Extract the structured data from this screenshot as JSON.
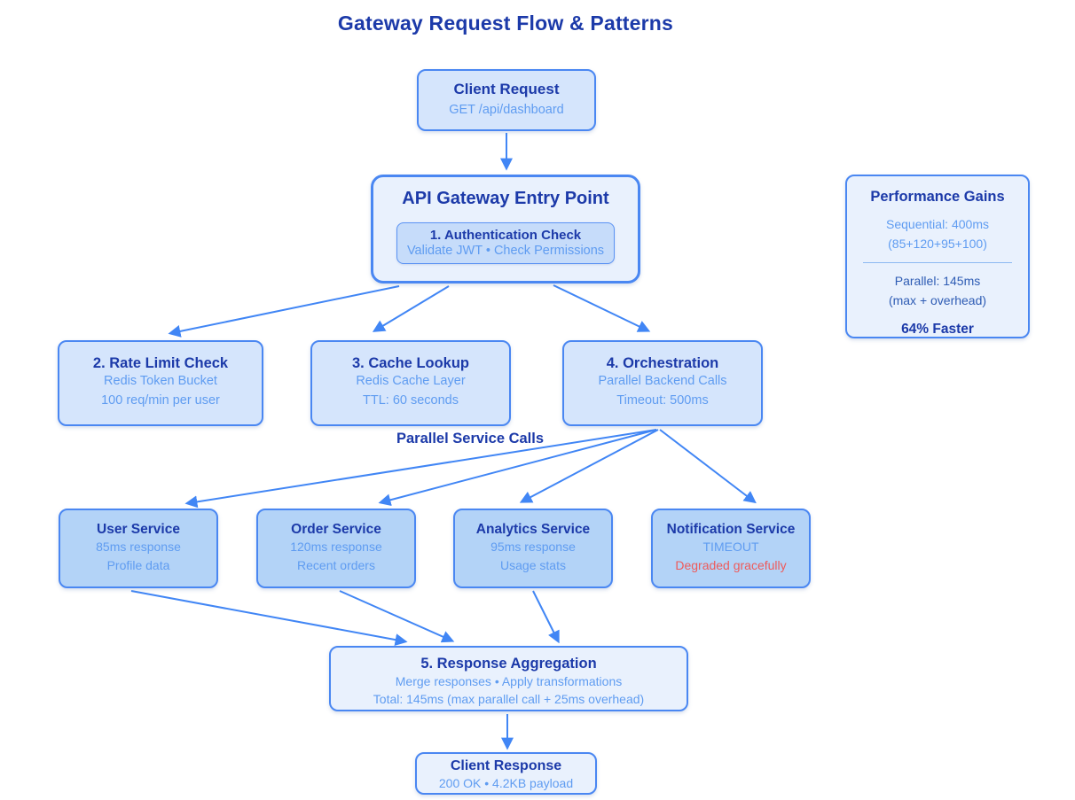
{
  "title": "Gateway Request Flow & Patterns",
  "colors": {
    "navy": "#1c3aa9",
    "lightblue": "#5f9cf1",
    "medblue": "#2e5cb4",
    "red": "#ee5a5a",
    "border": "#4a87f2",
    "arrow": "#4186f5",
    "fill_light": "#e9f1fd",
    "fill_mid": "#d5e5fc",
    "fill_dark": "#b3d3f7",
    "fill_auth": "#c6dcfa"
  },
  "nodes": {
    "client_request": {
      "title": "Client Request",
      "lines": [
        "GET /api/dashboard"
      ]
    },
    "gateway": {
      "title": "API Gateway Entry Point",
      "auth": {
        "title": "1. Authentication Check",
        "subtitle": "Validate JWT • Check Permissions"
      }
    },
    "rate_limit": {
      "title": "2. Rate Limit Check",
      "lines": [
        "Redis Token Bucket",
        "100 req/min per user"
      ]
    },
    "cache": {
      "title": "3. Cache Lookup",
      "lines": [
        "Redis Cache Layer",
        "TTL: 60 seconds"
      ]
    },
    "orchestration": {
      "title": "4. Orchestration",
      "lines": [
        "Parallel Backend Calls",
        "Timeout: 500ms"
      ]
    },
    "parallel_label": "Parallel Service Calls",
    "user_service": {
      "title": "User Service",
      "lines": [
        "85ms response",
        "Profile data"
      ]
    },
    "order_service": {
      "title": "Order Service",
      "lines": [
        "120ms response",
        "Recent orders"
      ]
    },
    "analytics_service": {
      "title": "Analytics Service",
      "lines": [
        "95ms response",
        "Usage stats"
      ]
    },
    "notification_service": {
      "title": "Notification Service",
      "status": "TIMEOUT",
      "degraded": "Degraded gracefully"
    },
    "aggregation": {
      "title": "5. Response Aggregation",
      "lines": [
        "Merge responses • Apply transformations",
        "Total: 145ms (max parallel call + 25ms overhead)"
      ]
    },
    "client_response": {
      "title": "Client Response",
      "lines": [
        "200 OK • 4.2KB payload"
      ]
    }
  },
  "performance": {
    "title": "Performance Gains",
    "sequential_line1": "Sequential: 400ms",
    "sequential_line2": "(85+120+95+100)",
    "parallel_line1": "Parallel: 145ms",
    "parallel_line2": "(max + overhead)",
    "result": "64% Faster"
  }
}
